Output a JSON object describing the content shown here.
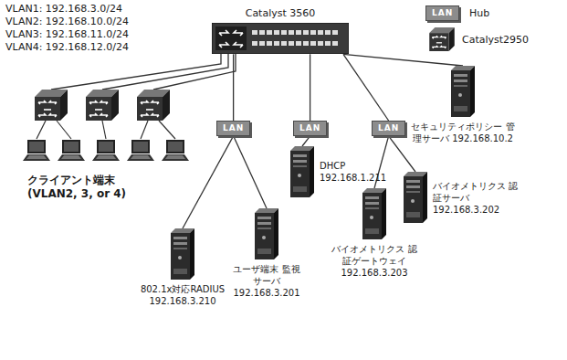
{
  "diagram": {
    "nodes": [
      {
        "text": [
          "Catalyst 3560"
        ]
      },
      {
        "text": [
          "LAN"
        ]
      },
      {
        "text": [
          "LAN"
        ]
      },
      {
        "text": [
          "LAN"
        ]
      },
      {
        "text": [
          "802.1x対応RADIUS 192.168.3.210"
        ]
      },
      {
        "text": [
          "ユーザ端末 監視サーバ 192.168.3.201"
        ]
      },
      {
        "text": [
          "DHCP 192.168.1.211"
        ]
      },
      {
        "text": [
          "バイオメトリクス 認証ゲートウェイ 192.168.3.203"
        ]
      },
      {
        "text": [
          "バイオメトリクス 認証サーバ 192.168.3.202"
        ]
      },
      {
        "text": [
          "セキュリティポリシー 管理サーバ 192.168.10.2"
        ]
      }
    ],
    "edges": [
      {
        "from": 0,
        "to": 1,
        "arrow": "none"
      },
      {
        "from": 0,
        "to": 2,
        "arrow": "none"
      },
      {
        "from": 0,
        "to": 3,
        "arrow": "none"
      },
      {
        "from": 0,
        "to": 9,
        "arrow": "none"
      },
      {
        "from": 1,
        "to": 4,
        "arrow": "none"
      },
      {
        "from": 1,
        "to": 5,
        "arrow": "none"
      },
      {
        "from": 2,
        "to": 6,
        "arrow": "none"
      },
      {
        "from": 3,
        "to": 7,
        "arrow": "none"
      },
      {
        "from": 3,
        "to": 8,
        "arrow": "none"
      }
    ],
    "labels": [
      "VLAN1: 192.168.3.0/24",
      "VLAN2: 192.168.10.0/24",
      "VLAN3: 192.168.11.0/24",
      "VLAN4: 192.168.12.0/24",
      "LAN",
      "クライアント端末 (VLAN2, 3, or 4)"
    ],
    "legend": [
      {
        "text": "Hub"
      },
      {
        "text": "Catalyst2950"
      }
    ]
  }
}
